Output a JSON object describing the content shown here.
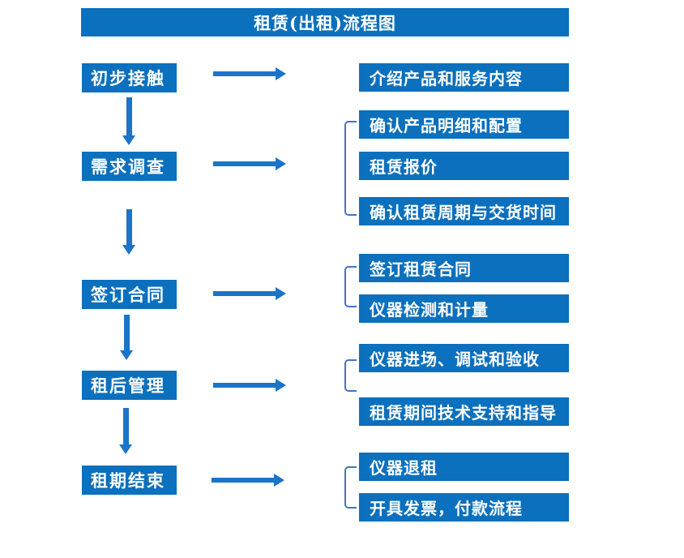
{
  "title": "租赁(出租)流程图",
  "colors": {
    "box_blue": "#0b70bd",
    "arrow_blue": "#1b74c8",
    "bracket_blue": "#4472c4",
    "text_white": "#ffffff"
  },
  "steps": [
    {
      "label": "初步接触"
    },
    {
      "label": "需求调查"
    },
    {
      "label": "签订合同"
    },
    {
      "label": "租后管理"
    },
    {
      "label": "租期结束"
    }
  ],
  "details": [
    {
      "label": "介绍产品和服务内容"
    },
    {
      "label": "确认产品明细和配置"
    },
    {
      "label": "租赁报价"
    },
    {
      "label": "确认租赁周期与交货时间"
    },
    {
      "label": "签订租赁合同"
    },
    {
      "label": "仪器检测和计量"
    },
    {
      "label": "仪器进场、调试和验收"
    },
    {
      "label": "租赁期间技术支持和指导"
    },
    {
      "label": "仪器退租"
    },
    {
      "label": "开具发票，付款流程"
    }
  ]
}
